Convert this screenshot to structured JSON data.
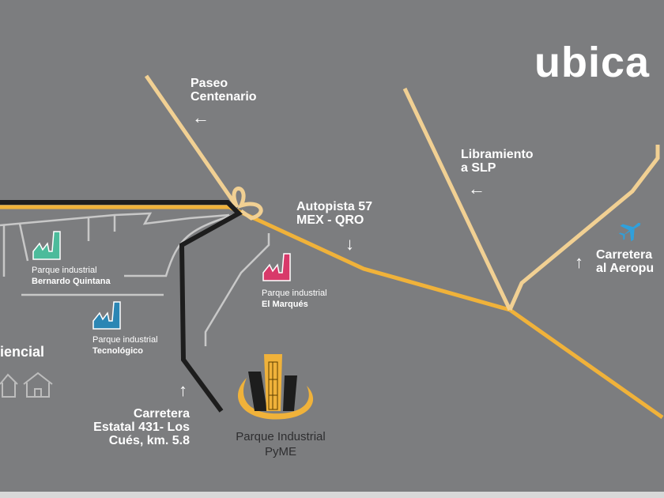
{
  "title": "ubica",
  "roads": {
    "paseo_centenario": "Paseo Centenario",
    "autopista_57": [
      "Autopista 57",
      "MEX - QRO"
    ],
    "libramiento": [
      "Libramiento",
      "a SLP"
    ],
    "carretera_aeropuerto": [
      "Carretera",
      "al Aeropu"
    ],
    "carretera_estatal": [
      "Carretera",
      "Estatal 431- Los",
      "Cués, km. 5.8"
    ]
  },
  "parks": [
    {
      "label": "Parque industrial",
      "name": "Bernardo Quintana",
      "color": "#4cbb9b"
    },
    {
      "label": "Parque industrial",
      "name": "Tecnológico",
      "color": "#2b86b4"
    },
    {
      "label": "Parque industrial",
      "name": "El Marqués",
      "color": "#d8396a"
    }
  ],
  "residential_label": "iencial",
  "logo": {
    "line1": "Parque Industrial",
    "line2": "PyME"
  },
  "colors": {
    "highway": "#f0b23a",
    "secondary": "#f1d093",
    "state_road": "#1d1d1d",
    "minor": "#c8c8c8"
  }
}
